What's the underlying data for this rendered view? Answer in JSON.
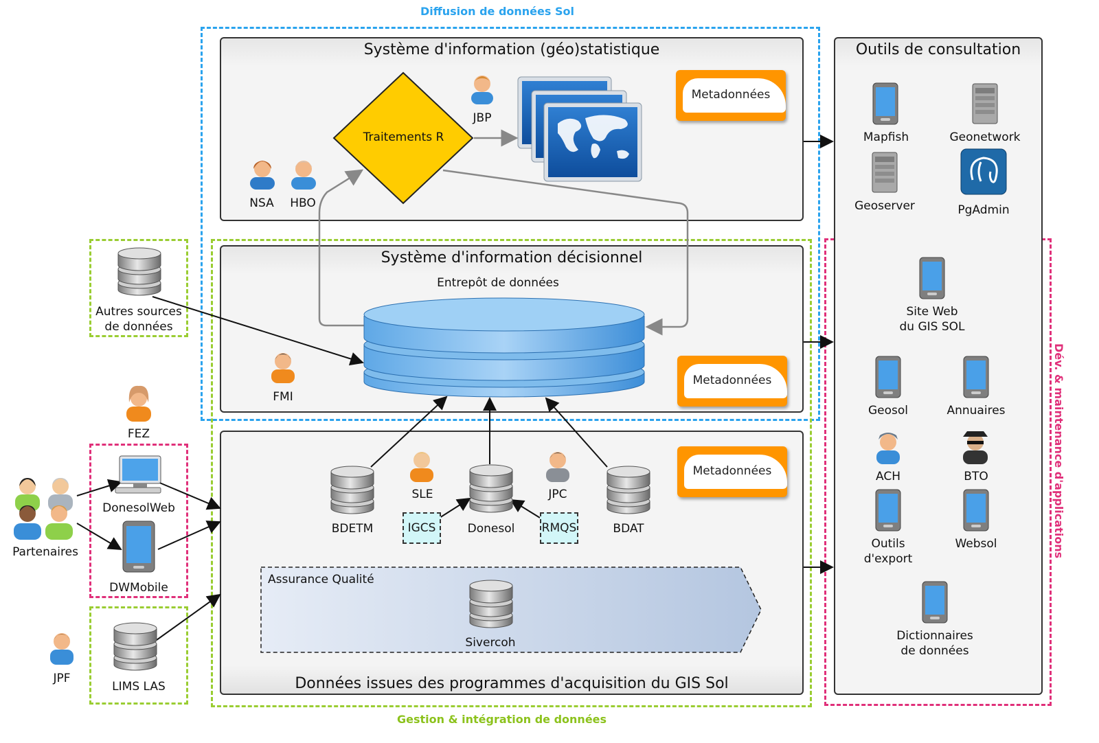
{
  "groups": {
    "diffusion": "Diffusion de données Sol",
    "gestion": "Gestion & intégration de données",
    "dev": "Dév. & maintenance d'applications"
  },
  "panels": {
    "geostat": "Système d'information (géo)statistique",
    "decisionnel": "Système d'information décisionnel",
    "acquisition": "Données issues des programmes d'acquisition du GIS Sol",
    "outils": "Outils de consultation"
  },
  "geostat": {
    "traitements": "Traitements R",
    "metadonnees": "Metadonnées",
    "people": [
      "JBP",
      "NSA",
      "HBO"
    ]
  },
  "decisionnel": {
    "entrepot": "Entrepôt de données",
    "metadonnees": "Metadonnées",
    "person": "FMI"
  },
  "acquisition": {
    "metadonnees": "Metadonnées",
    "databases": [
      "BDETM",
      "Donesol",
      "BDAT"
    ],
    "people": [
      "SLE",
      "JPC"
    ],
    "sources": [
      "IGCS",
      "RMQS"
    ],
    "assurance": "Assurance Qualité",
    "sivercoh": "Sivercoh"
  },
  "left": {
    "autres": [
      "Autres sources",
      "de données"
    ],
    "fez": "FEZ",
    "donesolweb": "DonesolWeb",
    "dwmobile": "DWMobile",
    "partenaires": "Partenaires",
    "jpf": "JPF",
    "lims": "LIMS LAS"
  },
  "outils": {
    "mapfish": "Mapfish",
    "geonetwork": "Geonetwork",
    "geoserver": "Geoserver",
    "pgadmin": "PgAdmin"
  },
  "dev": {
    "siteweb": [
      "Site Web",
      "du GIS SOL"
    ],
    "geosol": "Geosol",
    "annuaires": "Annuaires",
    "ach": "ACH",
    "bto": "BTO",
    "outils_export": [
      "Outils",
      "d'export"
    ],
    "websol": "Websol",
    "dictionnaires": [
      "Dictionnaires",
      "de données"
    ]
  },
  "colors": {
    "blue_dash": "#2aa3ee",
    "green_dash": "#9acd32",
    "pink_dash": "#e0307a",
    "orange": "#ff9500",
    "yellow": "#ffcc00"
  }
}
